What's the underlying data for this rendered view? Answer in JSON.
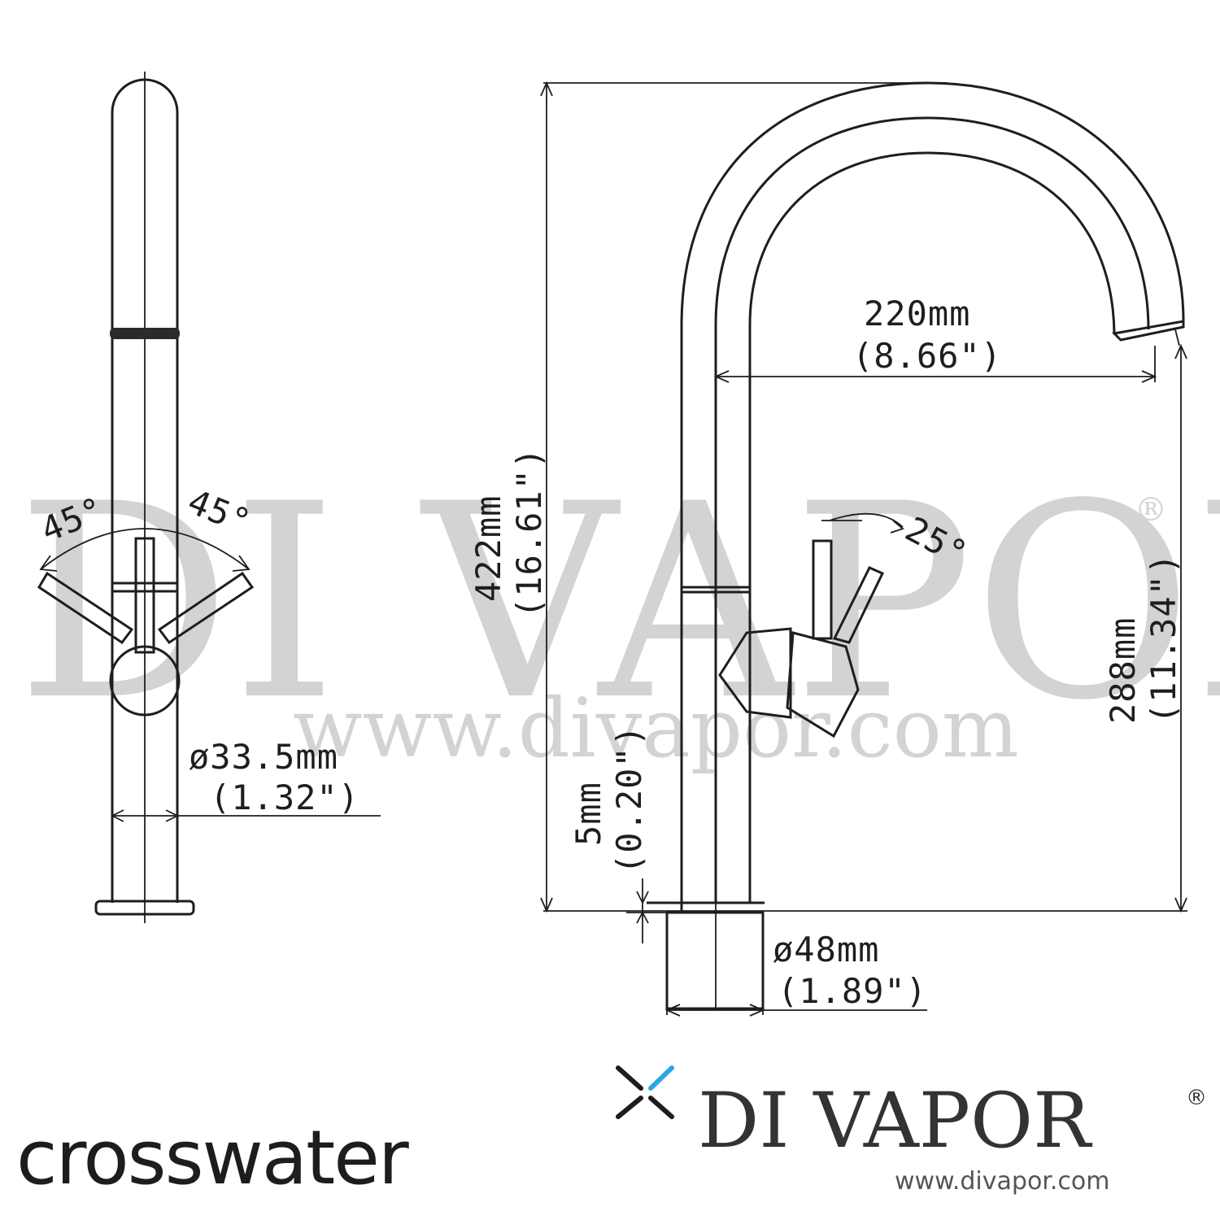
{
  "dimensions": {
    "width_220": "220mm",
    "width_220_in": "(8.66\")",
    "height_422": "422mm",
    "height_422_in": "(16.61\")",
    "height_288": "288mm",
    "height_288_in": "(11.34\")",
    "dia_33": "ø33.5mm",
    "dia_33_in": "(1.32\")",
    "dia_48": "ø48mm",
    "dia_48_in": "(1.89\")",
    "thick_5": "5mm",
    "thick_5_in": "(0.20\")",
    "angle_left": "45°",
    "angle_right": "45°",
    "angle_lever": "25°"
  },
  "watermark": {
    "brand": "DI VAPOR",
    "reg": "®",
    "url": "www.divapor.com"
  },
  "logos": {
    "crosswater": "crosswater",
    "divapor": "DI VAPOR",
    "divapor_reg": "®",
    "divapor_url": "www.divapor.com"
  },
  "colors": {
    "line": "#1e1e1e",
    "accent_blue": "#29a8e0",
    "watermark": "#d3d3d3"
  }
}
